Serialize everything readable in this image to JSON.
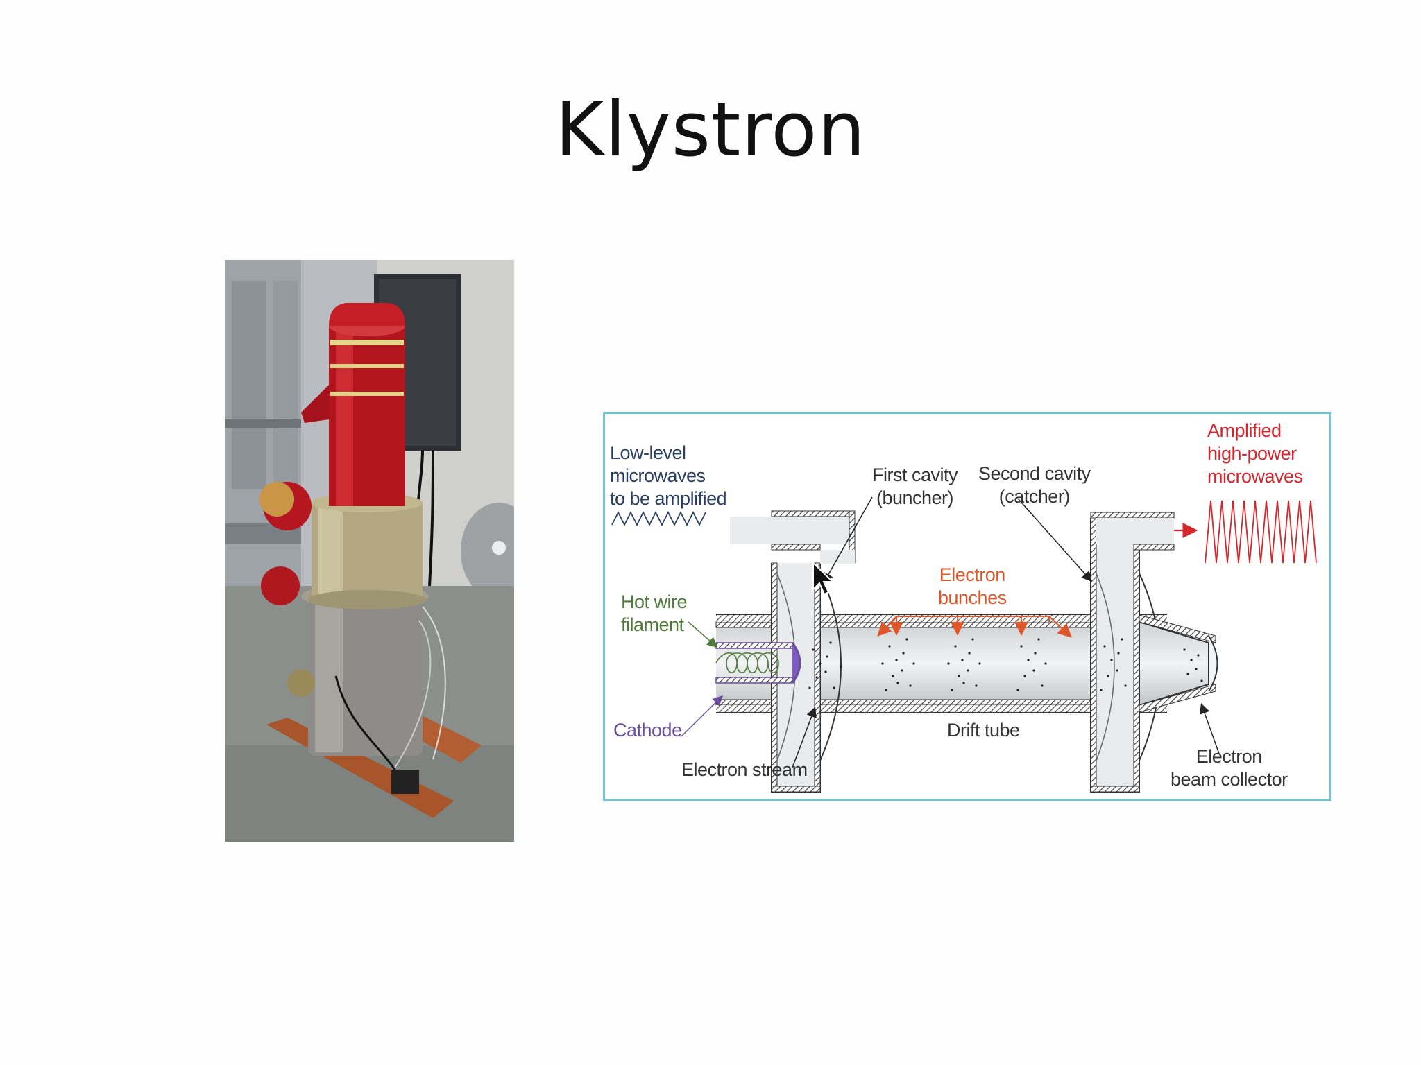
{
  "slide": {
    "title": "Klystron"
  },
  "photo": {
    "icon": "klystron-photo"
  },
  "diagram": {
    "border_color": "#6fc7d3",
    "labels": {
      "input": "Low-level\nmicrowaves\nto be amplified",
      "first_cavity": "First cavity\n(buncher)",
      "second_cavity": "Second cavity\n(catcher)",
      "output": "Amplified\nhigh-power\nmicrowaves",
      "electron_bunches": "Electron\nbunches",
      "filament": "Hot wire\nfilament",
      "cathode": "Cathode",
      "electron_stream": "Electron stream",
      "drift_tube": "Drift tube",
      "collector": "Electron\nbeam collector"
    },
    "colors": {
      "input_wave": "#2a3f66",
      "output_wave": "#d4272e",
      "bunches": "#e0562a",
      "filament": "#4f7a3a",
      "cathode": "#6a4e9e"
    }
  }
}
